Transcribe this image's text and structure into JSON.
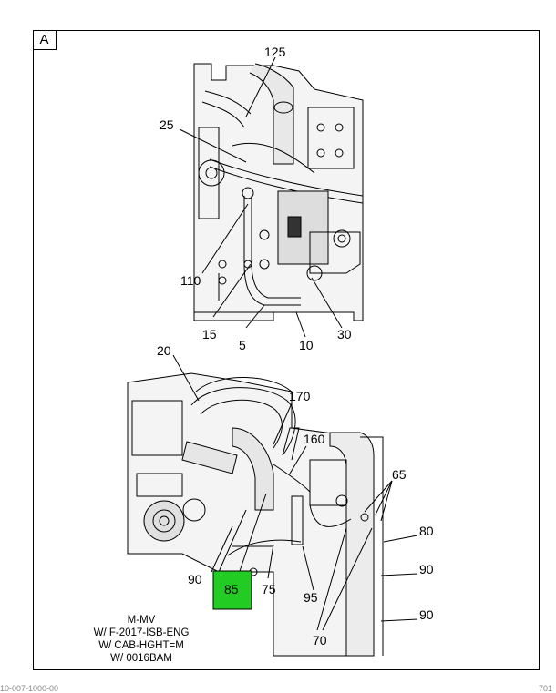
{
  "panel": {
    "label": "A"
  },
  "callouts": {
    "c125": "125",
    "c25": "25",
    "c110": "110",
    "c15": "15",
    "c5": "5",
    "c10": "10",
    "c30": "30",
    "c20": "20",
    "c170": "170",
    "c160": "160",
    "c65": "65",
    "c80": "80",
    "c90a": "90",
    "c90b": "90",
    "c90c": "90",
    "c85": "85",
    "c75": "75",
    "c95": "95",
    "c70": "70"
  },
  "highlight": {
    "label": "85",
    "color": "#22cc22"
  },
  "note": {
    "lines": [
      "M-MV",
      "W/ F-2017-ISB-ENG",
      "W/ CAB-HGHT=M",
      "W/ 0016BAM"
    ]
  },
  "footer": {
    "left": "10-007-1000-00",
    "right": "701"
  }
}
